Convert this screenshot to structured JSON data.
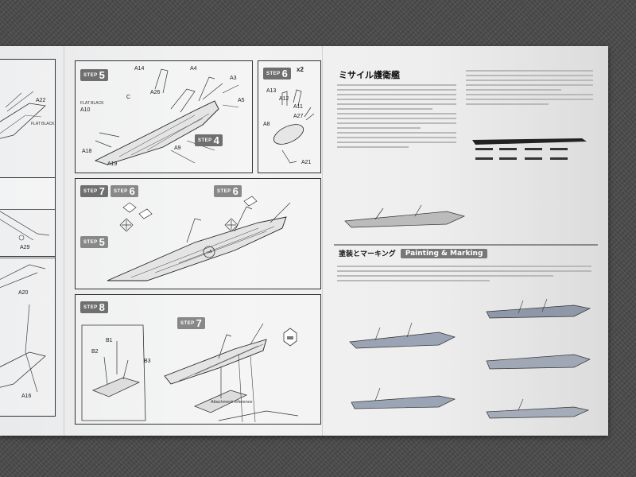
{
  "steps": {
    "step5": {
      "word": "STEP",
      "num": "5"
    },
    "step6": {
      "word": "STEP",
      "num": "6"
    },
    "step7": {
      "word": "STEP",
      "num": "7"
    },
    "step8": {
      "word": "STEP",
      "num": "8"
    },
    "sub4": {
      "word": "STEP",
      "num": "4"
    },
    "sub6a": {
      "word": "STEP",
      "num": "6"
    },
    "sub6b": {
      "word": "STEP",
      "num": "6"
    },
    "sub5": {
      "word": "STEP",
      "num": "5"
    },
    "sub7": {
      "word": "STEP",
      "num": "7"
    }
  },
  "parts": {
    "a22": "A22",
    "a29": "A29",
    "a20": "A20",
    "a16": "A16",
    "a14": "A14",
    "a4": "A4",
    "a26": "A26",
    "c": "C",
    "a3": "A3",
    "a5": "A5",
    "a10": "A10",
    "a18": "A18",
    "a19": "A19",
    "a9": "A9",
    "x2": "x2",
    "a13": "A13",
    "a12": "A12",
    "a11": "A11",
    "a27": "A27",
    "a8": "A8",
    "a21": "A21",
    "b1": "B1",
    "b2": "B2",
    "b3": "B3"
  },
  "labels": {
    "flat_black": "FLAT BLACK",
    "attachment_ref": "Attachment reference"
  },
  "right_page": {
    "title": "ミサイル護衛艦",
    "painting_jp": "塗装とマーキング",
    "painting_en": "Painting & Marking"
  }
}
